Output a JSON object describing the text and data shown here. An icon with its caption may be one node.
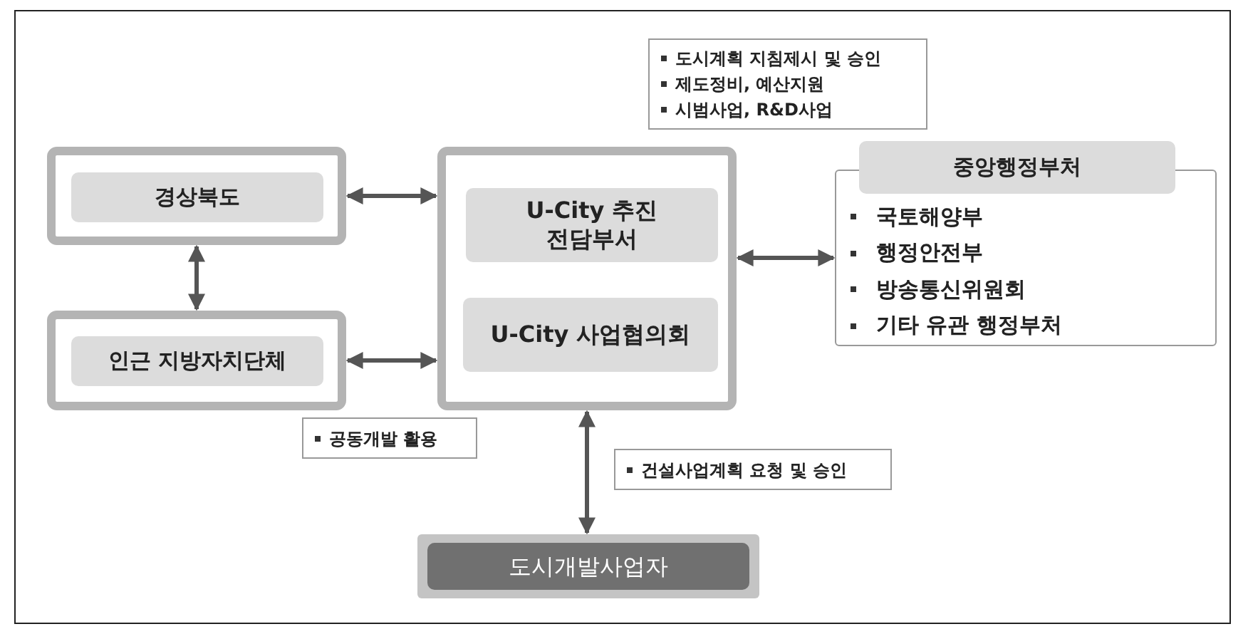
{
  "diagram": {
    "nodes": [
      {
        "text": [
          "경상북도"
        ]
      },
      {
        "text": [
          "인근 지방자치단체"
        ]
      },
      {
        "text": [],
        "shape": "box"
      },
      {
        "text": [
          "U-City 추진 전담부서"
        ],
        "in": 2
      },
      {
        "text": [
          "U-City 사업협의회"
        ],
        "in": 2
      },
      {
        "text": [
          "중앙행정부처",
          "국토해양부",
          "행정안전부",
          "방송통신위원회",
          "기타 유관 행정부처"
        ]
      },
      {
        "text": [
          "도시개발사업자"
        ]
      },
      {
        "text": [
          "도시계획 지침제시 및 승인",
          "제도정비, 예산지원",
          "시범사업, R&D사업"
        ]
      },
      {
        "text": [
          "공동개발 활용"
        ]
      },
      {
        "text": [
          "건설사업계획 요청 및 승인"
        ]
      }
    ],
    "edges": [
      {
        "from": 0,
        "to": 2,
        "arrow": "both"
      },
      {
        "from": 0,
        "to": 1,
        "arrow": "both"
      },
      {
        "from": 1,
        "to": 2,
        "arrow": "both"
      },
      {
        "from": 2,
        "to": 5,
        "arrow": "both"
      },
      {
        "from": 2,
        "to": 6,
        "arrow": "both"
      }
    ]
  }
}
